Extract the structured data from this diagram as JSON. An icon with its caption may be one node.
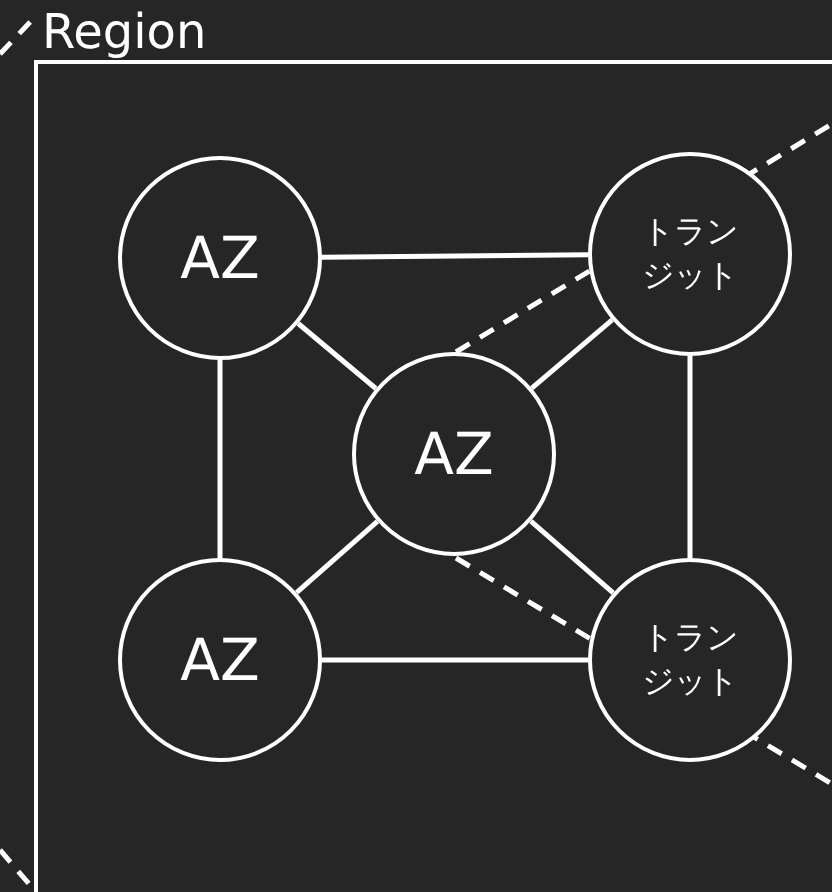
{
  "diagram": {
    "nodes": [
      {
        "text": [
          "Region"
        ]
      },
      {
        "text": [
          "AZ"
        ],
        "in": 0
      },
      {
        "text": [
          "トランジット"
        ],
        "in": 0
      },
      {
        "text": [
          "AZ"
        ],
        "in": 0
      },
      {
        "text": [
          "AZ"
        ],
        "in": 0
      },
      {
        "text": [
          "トランジット"
        ],
        "in": 0
      }
    ],
    "edges": [
      {
        "from": 1,
        "to": 2,
        "arrow": "none"
      },
      {
        "from": 1,
        "to": 3,
        "arrow": "none"
      },
      {
        "from": 1,
        "to": 4,
        "arrow": "none"
      },
      {
        "from": 2,
        "to": 3,
        "arrow": "none"
      },
      {
        "from": 2,
        "to": 5,
        "arrow": "none"
      },
      {
        "from": 3,
        "to": 4,
        "arrow": "none"
      },
      {
        "from": 3,
        "to": 5,
        "arrow": "none"
      },
      {
        "from": 4,
        "to": 5,
        "arrow": "none"
      }
    ]
  }
}
